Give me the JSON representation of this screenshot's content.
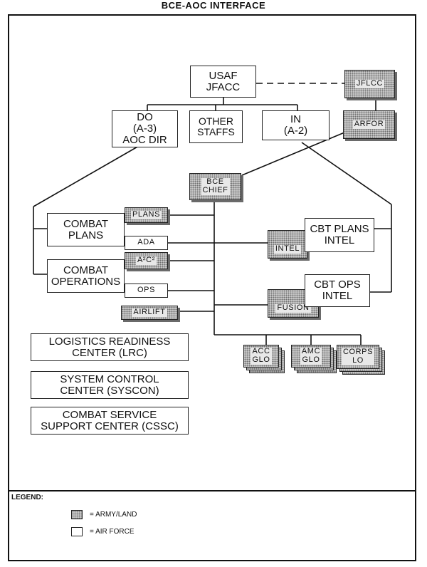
{
  "title": "BCE-AOC INTERFACE",
  "nodes": {
    "usaf": "USAF\nJFACC",
    "jflcc": "JFLCC",
    "do": "DO\n(A-3)\nAOC DIR",
    "other": "OTHER\nSTAFFS",
    "in": "IN\n(A-2)",
    "arfor": "ARFOR",
    "bce": "BCE\nCHIEF",
    "combat_plans": "COMBAT\nPLANS",
    "plans": "PLANS",
    "ada": "ADA",
    "a2c2": "A²C²",
    "combat_ops": "COMBAT\nOPERATIONS",
    "ops": "OPS",
    "airlift": "AIRLIFT",
    "intel": "INTEL",
    "cbt_plans_intel": "CBT PLANS\nINTEL",
    "cbt_ops_intel": "CBT OPS\nINTEL",
    "fusion": "FUSION",
    "acc_glo": "ACC\nGLO",
    "amc_glo": "AMC\nGLO",
    "corps_lo": "CORPS\nLO",
    "lrc": "LOGISTICS READINESS\nCENTER (LRC)",
    "syscon": "SYSTEM CONTROL\nCENTER (SYSCON)",
    "cssc": "COMBAT SERVICE\nSUPPORT CENTER (CSSC)"
  },
  "legend": {
    "label": "LEGEND:",
    "army": "=  ARMY/LAND",
    "airforce": "=  AIR FORCE"
  },
  "colors": {
    "army_fill": "#cfcfcf",
    "line": "#111111"
  }
}
